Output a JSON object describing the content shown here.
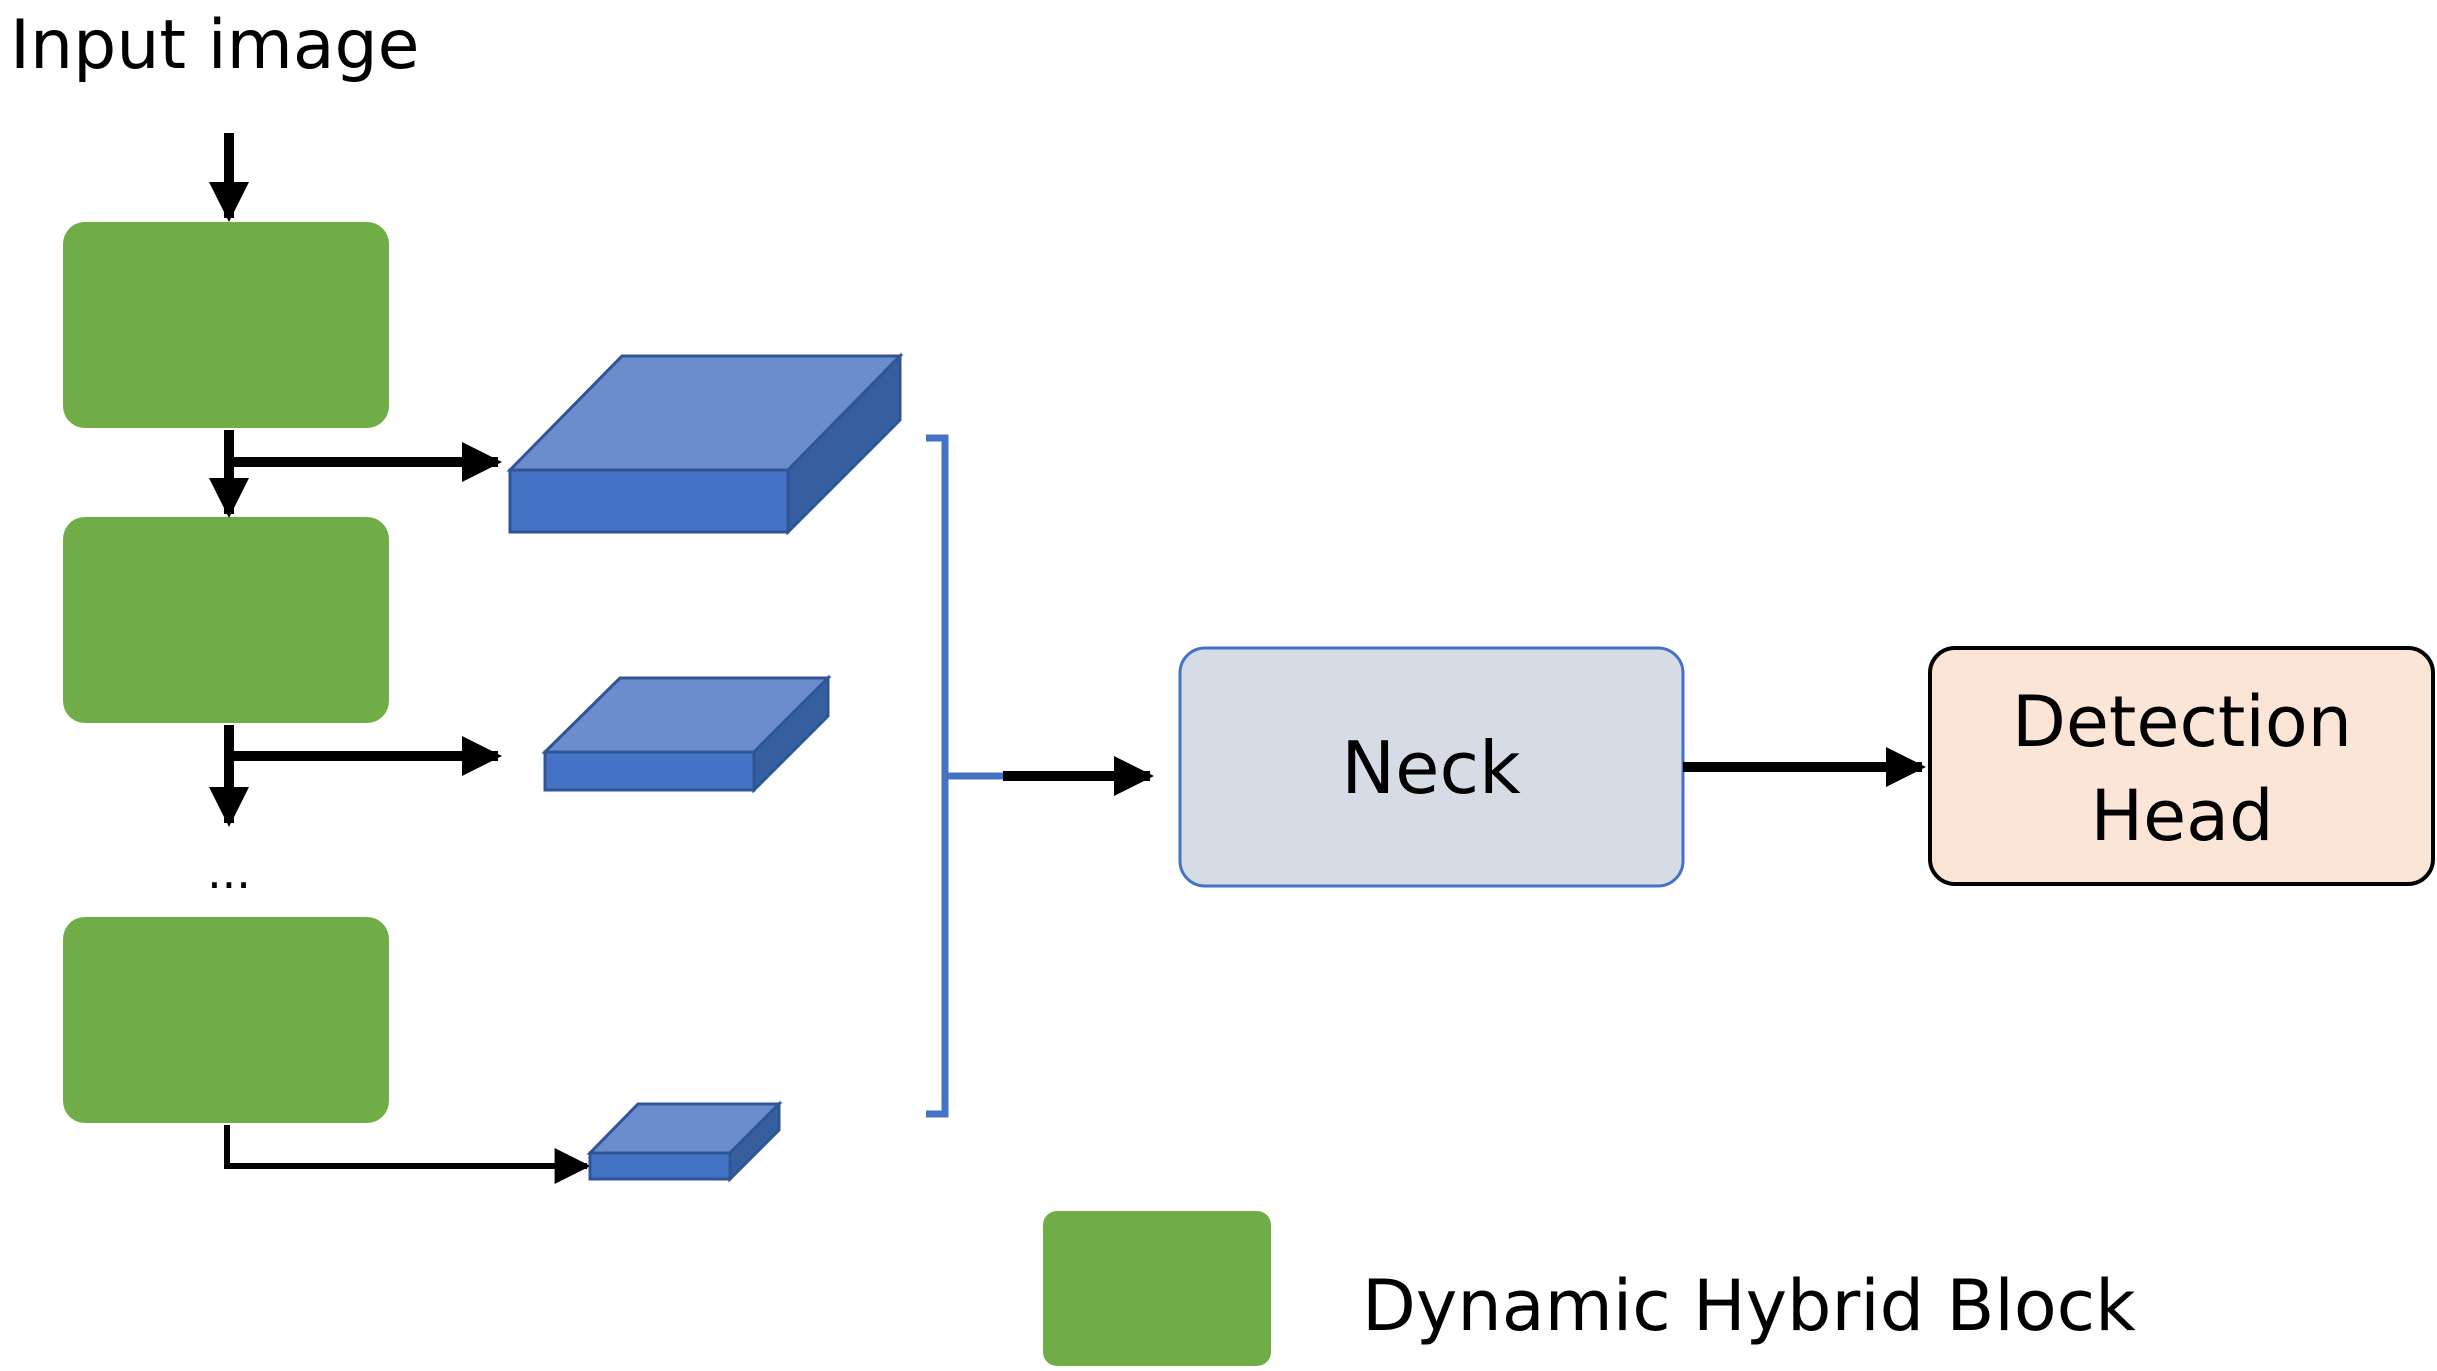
{
  "title": "Input image",
  "ellipsis": "...",
  "neck": {
    "label": "Neck"
  },
  "detection_head": {
    "line1": "Detection",
    "line2": "Head"
  },
  "legend": {
    "label": "Dynamic Hybrid Block"
  },
  "colors": {
    "block_green": "#70AD47",
    "feature_front": "#4472C4",
    "feature_top": "#6B8DCC",
    "feature_side": "#365F9F",
    "bracket_blue": "#4472C4",
    "neck_fill": "#D6DCE5",
    "neck_border": "#4472C4",
    "head_fill": "#FBE5D6",
    "head_border": "#000000",
    "arrow": "#000000"
  },
  "icons": [
    "stage-block",
    "feature-map",
    "down-arrow",
    "right-arrow",
    "bracket"
  ]
}
